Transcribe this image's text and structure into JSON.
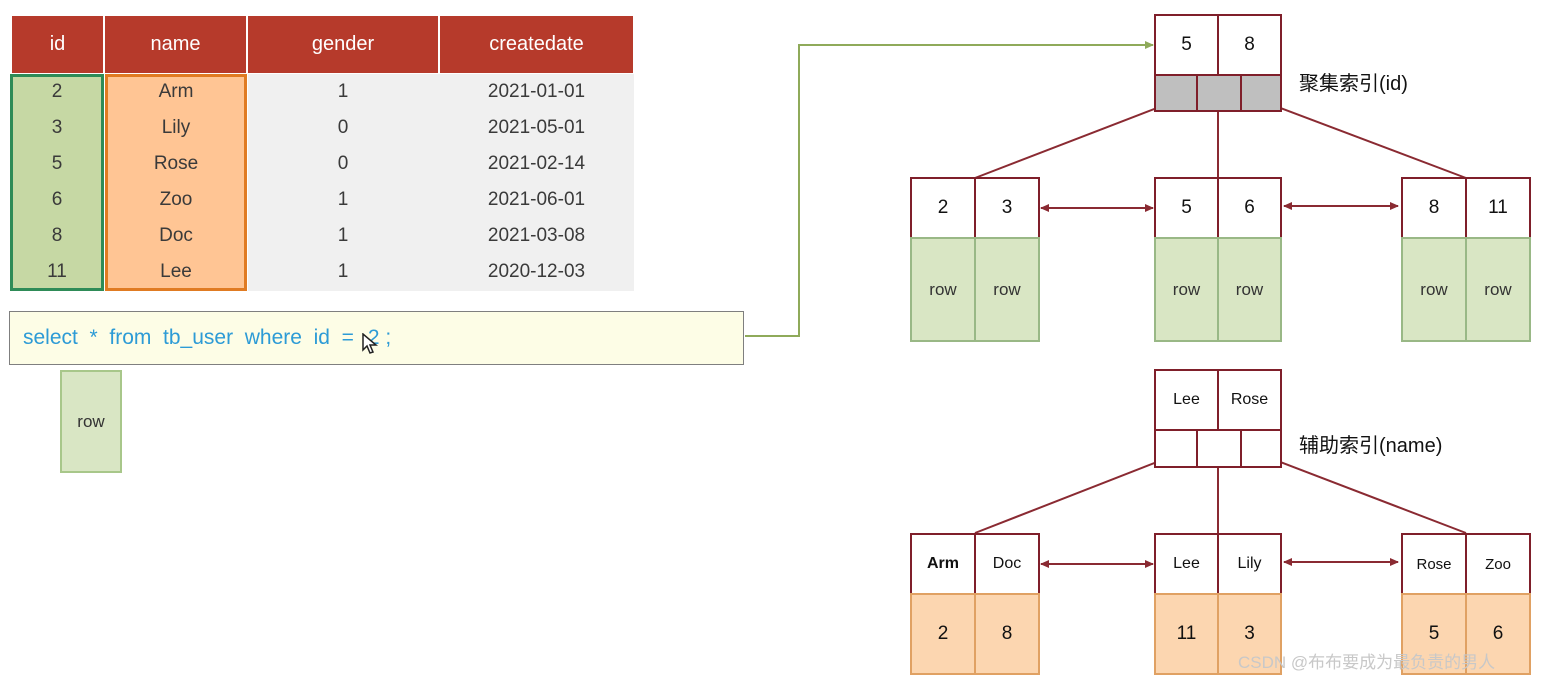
{
  "table": {
    "headers": [
      "id",
      "name",
      "gender",
      "createdate"
    ],
    "rows": [
      [
        "2",
        "Arm",
        "1",
        "2021-01-01"
      ],
      [
        "3",
        "Lily",
        "0",
        "2021-05-01"
      ],
      [
        "5",
        "Rose",
        "0",
        "2021-02-14"
      ],
      [
        "6",
        "Zoo",
        "1",
        "2021-06-01"
      ],
      [
        "8",
        "Doc",
        "1",
        "2021-03-08"
      ],
      [
        "11",
        "Lee",
        "1",
        "2020-12-03"
      ]
    ]
  },
  "query": {
    "part1": "select  *  from  tb_user  where  id  =",
    "part2": "2 ;"
  },
  "result_row": "row",
  "clustered": {
    "label": "聚集索引(id)",
    "root": [
      "5",
      "8"
    ],
    "leaves": [
      {
        "keys": [
          "2",
          "3"
        ],
        "values": [
          "row",
          "row"
        ]
      },
      {
        "keys": [
          "5",
          "6"
        ],
        "values": [
          "row",
          "row"
        ]
      },
      {
        "keys": [
          "8",
          "11"
        ],
        "values": [
          "row",
          "row"
        ]
      }
    ]
  },
  "secondary": {
    "label": "辅助索引(name)",
    "root": [
      "Lee",
      "Rose"
    ],
    "leaves": [
      {
        "keys": [
          "Arm",
          "Doc"
        ],
        "values": [
          "2",
          "8"
        ]
      },
      {
        "keys": [
          "Lee",
          "Lily"
        ],
        "values": [
          "11",
          "3"
        ]
      },
      {
        "keys": [
          "Rose",
          "Zoo"
        ],
        "values": [
          "5",
          "6"
        ]
      }
    ]
  },
  "watermark": "CSDN @布布要成为最负责的男人",
  "colors": {
    "header": "#b63a2b",
    "id_column": "#c6d8a4",
    "name_column": "#ffc594",
    "node_border": "#7f1f2a",
    "query_text": "#2d9bd6",
    "arrow_green": "#8faa5a"
  }
}
